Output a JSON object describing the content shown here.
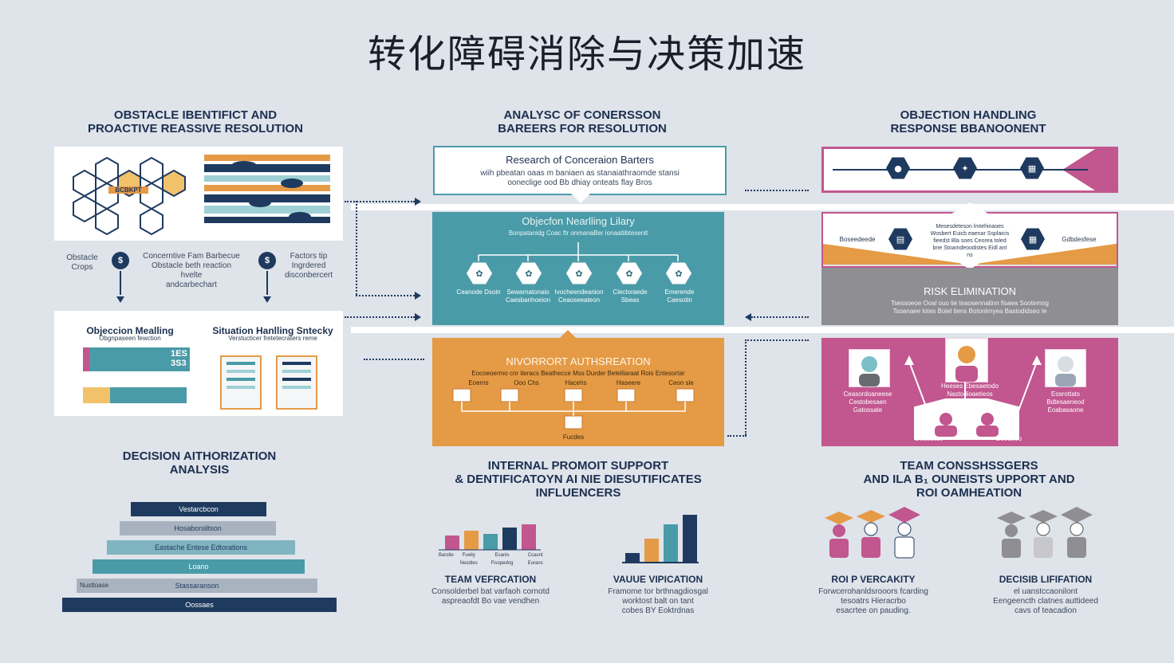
{
  "title": "转化障碍消除与决策加速",
  "col1": {
    "heading_line1": "OBSTACLE IBENTIFICT AND",
    "heading_line2": "PROACTIVE REASSIVE RESOLUTION",
    "hex_label": "BCBKPT",
    "flow_left_label_1": "Obstacle",
    "flow_left_label_2": "Crops",
    "flow_mid_label_1": "Concerntive Fam Barbecue",
    "flow_mid_label_2": "Obstacle beth reaction hvelte",
    "flow_mid_label_3": "andcarbechart",
    "flow_right_label_1": "Factors tip",
    "flow_right_label_2": "Ingrdered",
    "flow_right_label_3": "disconbercert",
    "step_icon": "$",
    "card_left_title": "Objeccion Mealling",
    "card_left_sub": "Obgnpaseen fewction",
    "card_left_value": "1ES",
    "card_left_value2": "3S3",
    "card_right_title": "Situation Hanlling Sntecky",
    "card_right_sub": "Verstucticer fretetecraters reme",
    "decision_heading_line1": "DECISION AITHORIZATION",
    "decision_heading_line2": "ANALYSIS",
    "pyramid": [
      {
        "label": "Vestarcbcon",
        "color": "#1e3a5f"
      },
      {
        "label": "Hosaborsiltson",
        "color": "#9aa6b5"
      },
      {
        "label": "Eastache Entese Edtorations",
        "color": "#6fa9b8"
      },
      {
        "label": "Loano",
        "color": "#4a9ba8"
      },
      {
        "label": "Stassaranson",
        "color": "#9aa6b5"
      },
      {
        "label": "Oossaes",
        "color": "#1e3a5f"
      }
    ],
    "pyramid_side_label": "Nusttoase"
  },
  "col2": {
    "heading_line1": "ANALYSC OF CONERSSON",
    "heading_line2": "BAREERS FOR RESOLUTION",
    "research_title": "Research of Conceraion Barters",
    "research_line1": "wiih pbeatan oaas m baniaen as stanaiathraomde stansi",
    "research_line2": "ooneclige ood Bb dhiay onteats flay Bros",
    "library_title": "Objecfon Nearlling Lilary",
    "library_sub": "Bonpatanidg Coac ftr onmanaBer ionaatiibtesenlt",
    "library_nodes": [
      "Ceanode Dsoin",
      "Sewarnatonaio Caesbanhoeion",
      "Ivocheendeanion Ceaoseeateon",
      "Clectoraede Sbeas",
      "Emerende Caesotin"
    ],
    "network_title": "NIVORRORT AUTHSREATION",
    "network_sub": "Eocoeoermo cnr iteracs Beathecce Mss   Durder Belelilaraat  Rois Entesortar",
    "network_nodes": [
      "Eoerns",
      "Ooo Chs",
      "Hacehs",
      "Haseere",
      "Ceon sle"
    ],
    "network_bottom": "Fucdes",
    "support_heading_line1": "INTERNAL PROMOIT SUPPORT",
    "support_heading_line2": "& DENTIFICATOYN AI NIE DIESUTIFICATES",
    "support_heading_line3": "INFLUENCERS",
    "mini_labels": [
      "Barstle",
      "Fueity Nesdtes",
      "Ecanis Fisopedng",
      "Ccaunt Eorans"
    ],
    "team_title": "TEAM VEFRCATION",
    "team_desc1": "Consolderbel bat varfaoh cornotd",
    "team_desc2": "aspreaofdt Bo vae vendhen",
    "value_title": "VAUUE VIPICATION",
    "value_desc1": "Framome tor brthnagdiosgal",
    "value_desc2": "worktost balt on tant",
    "value_desc3": "cobes BY Eoktrdnas",
    "bars_small": [
      18,
      24,
      20,
      28,
      32
    ],
    "bars_large": [
      12,
      30,
      48,
      60
    ]
  },
  "col3": {
    "heading_line1": "OBJECTION HANDLING",
    "heading_line2": "RESPONSE BBANOONENT",
    "diamond_top_text": "Mesesdeteson lmtehinaoes Wosbert Euicb eaenar Ssplaicis fieedst Bla soes Ceorea toled bne Stoamdeoodistes Eidl ant ns",
    "diamond_left": "Boseedeede",
    "diamond_right": "Gdbdesfese",
    "risk_title": "RISK ELIMINATION",
    "risk_line1": "Tsessoeoe Ooal ouo lie teaosennatinn fisaea Sootemng",
    "risk_line2": "Tsoanaee lotes Bolel tiens Botonlrnyea Bastodidseo Ie",
    "persons": [
      {
        "label": "Ceasordoaneese Cestobesaen Gatossate"
      },
      {
        "label": "Heeses Ebesaetodo Nastodioaetieos"
      },
      {
        "label": "Eosrottats Bdtesaeneod Eoabasaone"
      }
    ],
    "network_bottom_left": "Beaoscse",
    "network_bottom_right": "Beedoeo",
    "team_heading_line1": "TEAM CONSSHSSGERS",
    "team_heading_line2": "AND ILA B₁ OUNEISTS UPPORT AND",
    "team_heading_line3": "ROI OAMHEATION",
    "roi_title": "ROI P VERCAKITY",
    "roi_desc1": "Forwcerohanldsrooors fcarding",
    "roi_desc2": "tesoatrs Hieracrbo",
    "roi_desc3": "esacrtee on pauding.",
    "decision_title": "DECISIB LIFIFATION",
    "decision_desc1": "el uanstccaonilont",
    "decision_desc2": "Eengeencth clatnes auttideed",
    "decision_desc3": "cavs of teacadion"
  },
  "colors": {
    "navy": "#1e3a5f",
    "teal": "#4a9ba8",
    "orange": "#e59a45",
    "magenta": "#c2568f",
    "gray": "#8e8e93",
    "bg": "#dfe3ea"
  }
}
